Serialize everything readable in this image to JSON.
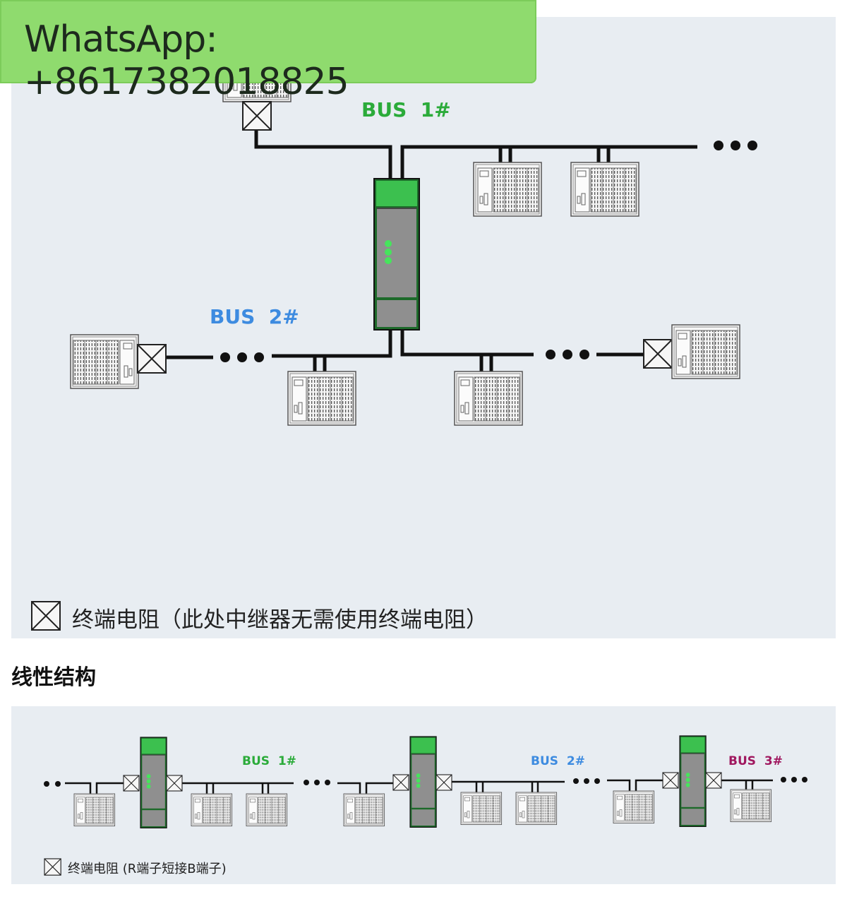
{
  "watermark": {
    "text": "WhatsApp: +8617382018825"
  },
  "top_diagram": {
    "bus1_label": "BUS  1#",
    "bus2_label": "BUS  2#",
    "legend_text": "终端电阻（此处中继器无需使用终端电阻）",
    "colors": {
      "bus1": "#2bab3a",
      "bus2": "#3d8be0",
      "repeater": "#2fba48",
      "line": "#111111"
    }
  },
  "section_heading": "线性结构",
  "bottom_diagram": {
    "bus1_label": "BUS  1#",
    "bus2_label": "BUS  2#",
    "bus3_label": "BUS  3#",
    "legend_text": "终端电阻 (R端子短接B端子)",
    "colors": {
      "bus1": "#2bab3a",
      "bus2": "#3d8be0",
      "bus3": "#a0185f"
    }
  },
  "icons": [
    "terminal-resistor-icon",
    "plc-device-icon",
    "repeater-icon",
    "ellipsis-icon"
  ]
}
